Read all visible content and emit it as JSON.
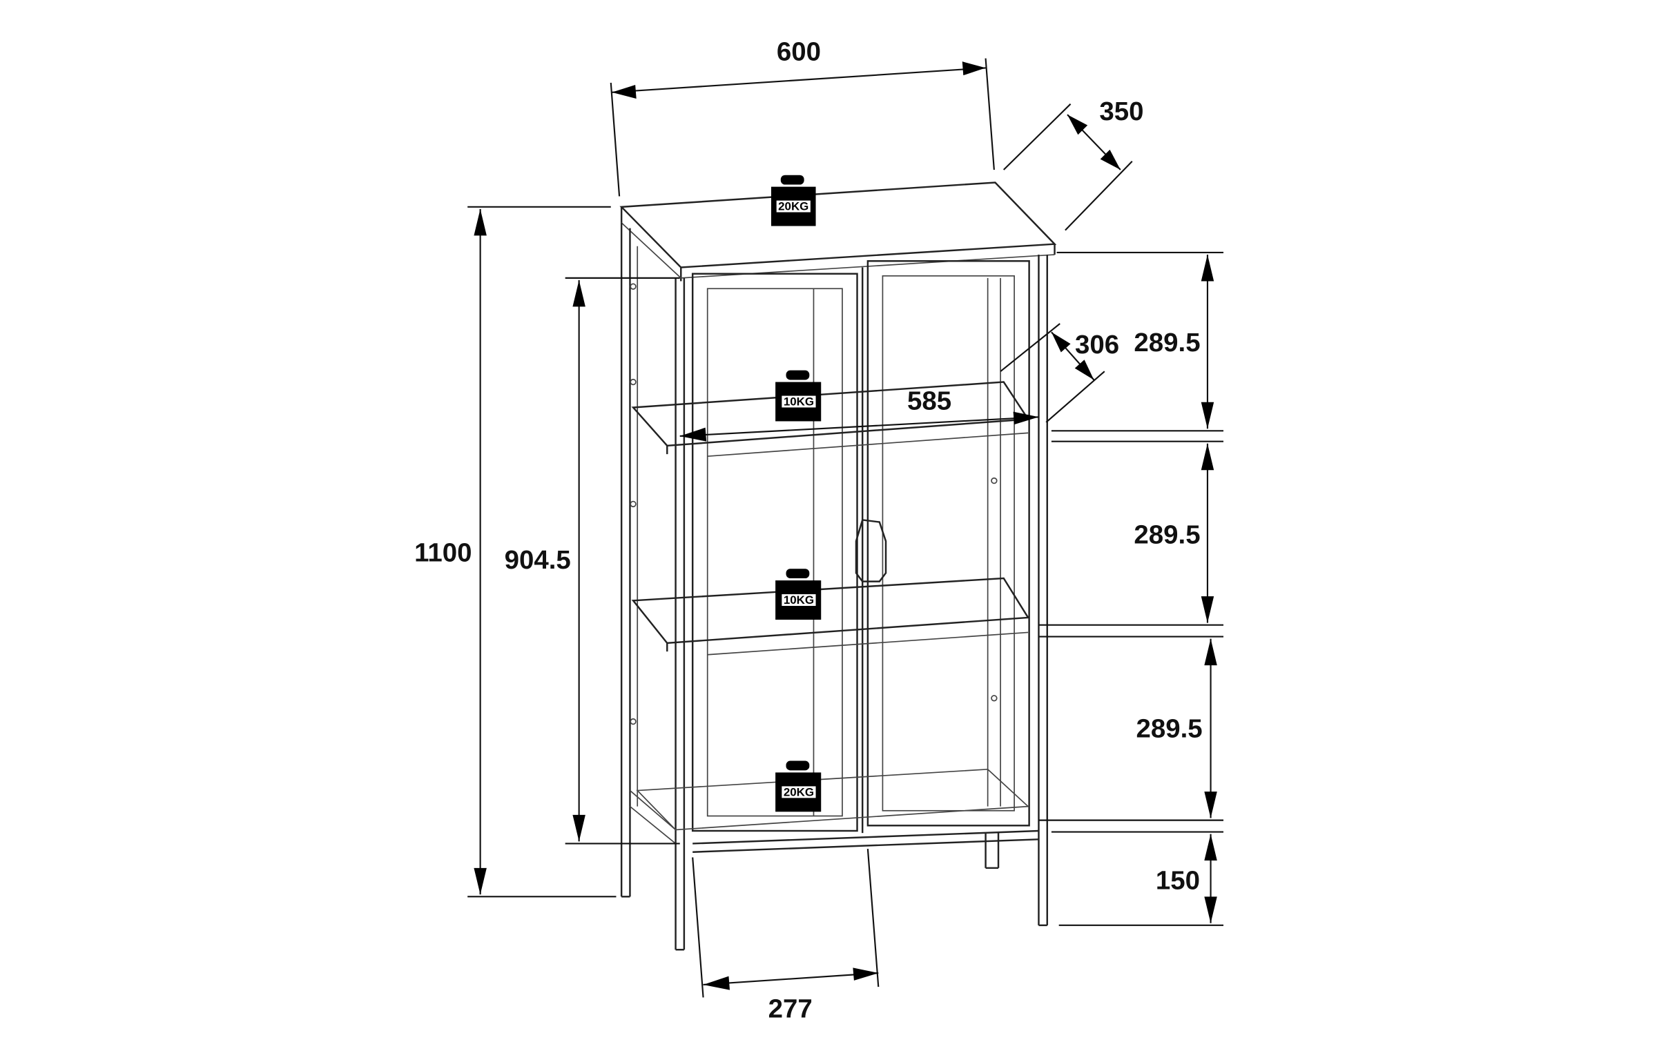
{
  "dimensions": {
    "width": "600",
    "depth": "350",
    "height_total": "1100",
    "height_body": "904.5",
    "shelf_depth": "306",
    "inner_width": "585",
    "shelf_1": "289.5",
    "shelf_2": "289.5",
    "shelf_3": "289.5",
    "legs": "150",
    "door_width": "277"
  },
  "loads": {
    "top": "20KG",
    "shelf_upper": "10KG",
    "shelf_middle": "10KG",
    "bottom": "20KG"
  },
  "colors": {
    "line": "#222222",
    "text": "#111111",
    "background": "#ffffff"
  }
}
